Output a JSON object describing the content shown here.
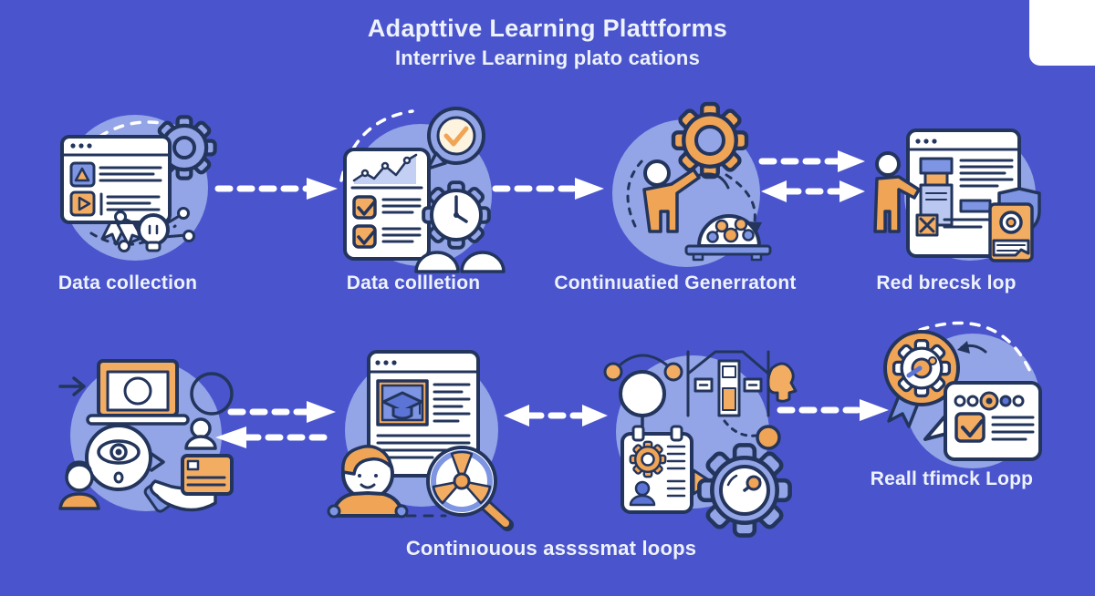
{
  "colors": {
    "background": "#4a55cd",
    "circle": "#93a4e7",
    "circle_soft": "#b9c7f1",
    "outline": "#23355c",
    "orange": "#f0a455",
    "orange_soft": "#f3ad62",
    "blue_mid": "#7d95e3",
    "blue_deep": "#5b74d6",
    "white": "#ffffff",
    "cream": "#fdf3df",
    "text": "#eef2fb"
  },
  "header": {
    "title": "Adapttive Learning Plattforms",
    "subtitle": "Interrive Learning plato cations"
  },
  "top_steps": [
    {
      "label": "Data collection",
      "icon": "browser-gear-lightbulb-illustration"
    },
    {
      "label": "Data collletion",
      "icon": "checklist-clock-approval-illustration"
    },
    {
      "label": "Continıuatied Generratont",
      "icon": "person-gear-model-dome-illustration"
    },
    {
      "label": "Red brecsk lop",
      "icon": "person-browser-certificate-illustration"
    }
  ],
  "bottom_steps": [
    {
      "icon": "laptop-eye-hand-device-illustration"
    },
    {
      "icon": "student-course-window-magnifier-illustration"
    },
    {
      "icon": "profile-clipboard-gauge-gear-illustration"
    },
    {
      "label": "Reall tfimck Lopp",
      "icon": "badge-gear-feedback-window-illustration"
    }
  ],
  "footer": {
    "caption": "Continıouous assssmat loops"
  },
  "flow_arrows": [
    {
      "name": "top-arrow-1",
      "direction": "right"
    },
    {
      "name": "top-arrow-2",
      "direction": "right"
    },
    {
      "name": "top-arrow-3a",
      "direction": "right"
    },
    {
      "name": "top-arrow-3b",
      "direction": "both"
    },
    {
      "name": "bottom-arrow-1a",
      "direction": "right"
    },
    {
      "name": "bottom-arrow-1b",
      "direction": "left"
    },
    {
      "name": "bottom-arrow-2",
      "direction": "both"
    },
    {
      "name": "bottom-arrow-3",
      "direction": "right"
    }
  ]
}
